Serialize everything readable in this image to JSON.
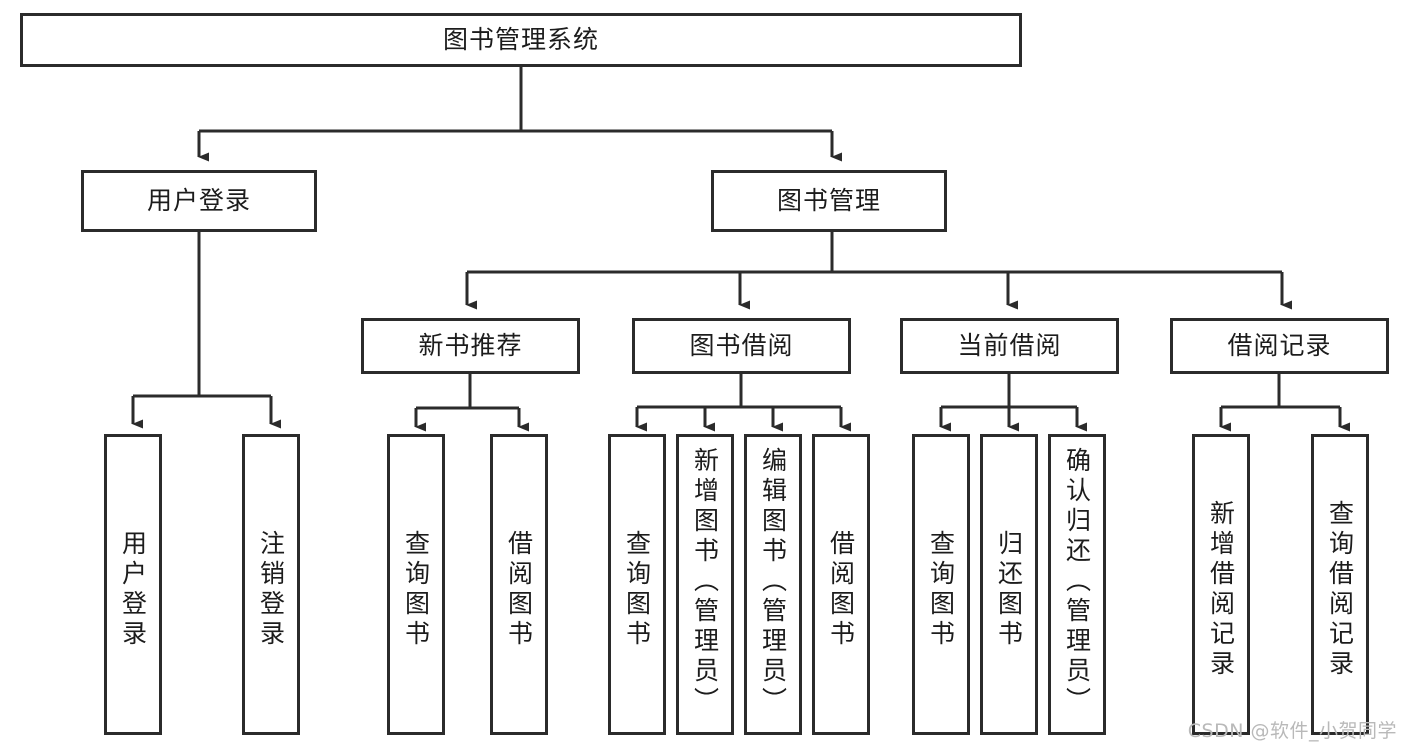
{
  "diagram": {
    "type": "tree-hierarchy-chart",
    "title": "图书管理系统",
    "line_color": "#2b2b2b",
    "box_fill": "#ffffff",
    "text_color": "#1c1c1c",
    "levels": 4,
    "root": {
      "label": "图书管理系统",
      "children": [
        {
          "label": "用户登录",
          "children": [
            {
              "label": "用户登录"
            },
            {
              "label": "注销登录"
            }
          ]
        },
        {
          "label": "图书管理",
          "children": [
            {
              "label": "新书推荐",
              "children": [
                {
                  "label": "查询图书"
                },
                {
                  "label": "借阅图书"
                }
              ]
            },
            {
              "label": "图书借阅",
              "children": [
                {
                  "label": "查询图书"
                },
                {
                  "label": "新增图书（管理员）"
                },
                {
                  "label": "编辑图书（管理员）"
                },
                {
                  "label": "借阅图书"
                }
              ]
            },
            {
              "label": "当前借阅",
              "children": [
                {
                  "label": "查询图书"
                },
                {
                  "label": "归还图书"
                },
                {
                  "label": "确认归还（管理员）"
                }
              ]
            },
            {
              "label": "借阅记录",
              "children": [
                {
                  "label": "新增借阅记录"
                },
                {
                  "label": "查询借阅记录"
                }
              ]
            }
          ]
        }
      ]
    }
  },
  "nodes": {
    "root": "图书管理系统",
    "l1": {
      "user_login": "用户登录",
      "book_manage": "图书管理"
    },
    "l2": {
      "new_book_rec": "新书推荐",
      "book_borrow": "图书借阅",
      "current_borrow": "当前借阅",
      "borrow_record": "借阅记录"
    },
    "l3": {
      "user_login_leaf": "用户登录",
      "logout_leaf": "注销登录",
      "rec_query_book": "查询图书",
      "rec_borrow_book": "借阅图书",
      "borrow_query_book": "查询图书",
      "borrow_add_book": "新增图书（管理员）",
      "borrow_edit_book": "编辑图书（管理员）",
      "borrow_borrow_book": "借阅图书",
      "cur_query_book": "查询图书",
      "cur_return_book": "归还图书",
      "cur_confirm_return": "确认归还（管理员）",
      "rec_add_record": "新增借阅记录",
      "rec_query_record": "查询借阅记录"
    }
  },
  "watermark": {
    "text": "CSDN @软件_小贺同学"
  }
}
